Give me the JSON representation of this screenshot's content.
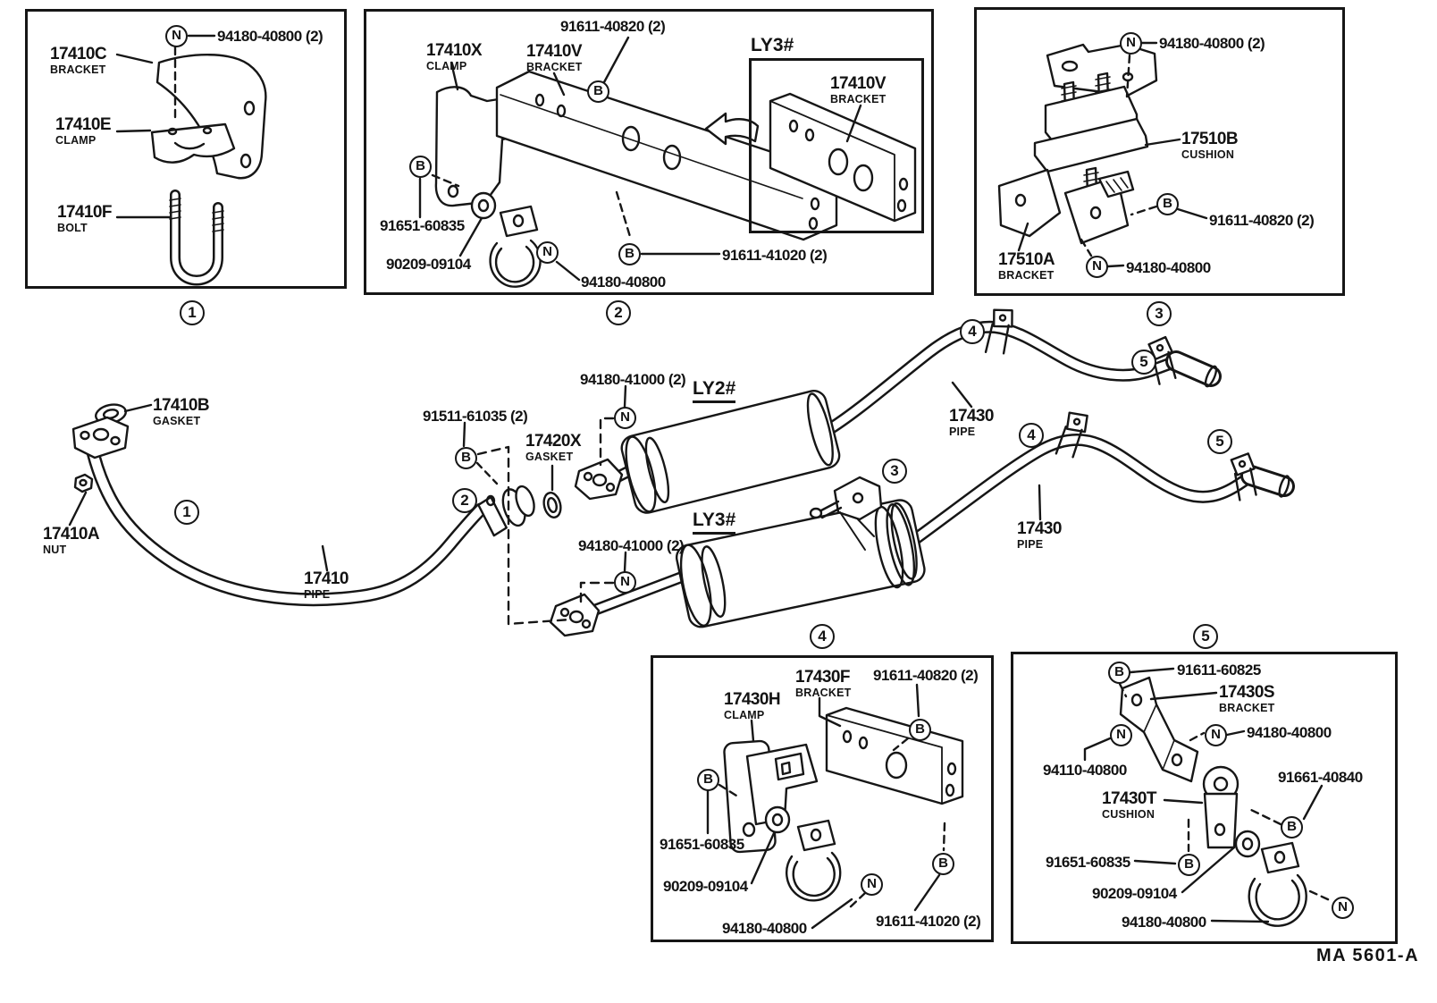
{
  "stamp": "MA 5601-A",
  "main": {
    "callouts": {
      "c1": "1",
      "c2": "2",
      "c3": "3",
      "c4": "4",
      "c5": "5"
    },
    "variant_ly2": "LY2#",
    "variant_ly3": "LY3#",
    "p_gasket_front": {
      "code": "17410B",
      "name": "GASKET"
    },
    "p_nut": {
      "code": "17410A",
      "name": "NUT"
    },
    "p_front_pipe": {
      "code": "17410",
      "name": "PIPE"
    },
    "p_gasket_mid": {
      "code": "17420X",
      "name": "GASKET"
    },
    "p_tail_pipe_upper": {
      "code": "17430",
      "name": "PIPE"
    },
    "p_tail_pipe_lower": {
      "code": "17430",
      "name": "PIPE"
    },
    "f_clamp_bolt": {
      "sym": "B",
      "code": "91511-61035 (2)"
    },
    "f_nut_ly2": {
      "sym": "N",
      "code": "94180-41000 (2)"
    },
    "f_nut_ly3": {
      "sym": "N",
      "code": "94180-41000 (2)"
    }
  },
  "boxes": {
    "b1": {
      "number": "1",
      "f_top": {
        "sym": "N",
        "code": "94180-40800 (2)"
      },
      "p_bracket": {
        "code": "17410C",
        "name": "BRACKET"
      },
      "p_clamp": {
        "code": "17410E",
        "name": "CLAMP"
      },
      "p_bolt": {
        "code": "17410F",
        "name": "BOLT"
      }
    },
    "b2": {
      "number": "2",
      "variant": "LY3#",
      "f_top": {
        "sym": "B",
        "code": "91611-40820 (2)"
      },
      "p_clamp": {
        "code": "17410X",
        "name": "CLAMP"
      },
      "p_bracket": {
        "code": "17410V",
        "name": "BRACKET"
      },
      "p_bracket_ly3": {
        "code": "17410V",
        "name": "BRACKET"
      },
      "f_bolt_left": {
        "sym": "B",
        "code": "91651-60835"
      },
      "f_washer": {
        "code": "90209-09104"
      },
      "f_nut": {
        "sym": "N",
        "code": "94180-40800"
      },
      "f_bolt_right": {
        "sym": "B",
        "code": "91611-41020 (2)"
      }
    },
    "b3": {
      "number": "3",
      "f_top": {
        "sym": "N",
        "code": "94180-40800 (2)"
      },
      "p_cushion": {
        "code": "17510B",
        "name": "CUSHION"
      },
      "f_bolt": {
        "sym": "B",
        "code": "91611-40820 (2)"
      },
      "p_bracket": {
        "code": "17510A",
        "name": "BRACKET"
      },
      "f_nut": {
        "sym": "N",
        "code": "94180-40800"
      }
    },
    "b4": {
      "number": "4",
      "p_bracket": {
        "code": "17430F",
        "name": "BRACKET"
      },
      "f_top": {
        "sym": "B",
        "code": "91611-40820 (2)"
      },
      "p_clamp": {
        "code": "17430H",
        "name": "CLAMP"
      },
      "f_bolt_left": {
        "sym": "B",
        "code": "91651-60835"
      },
      "f_washer": {
        "code": "90209-09104"
      },
      "f_nut": {
        "sym": "N",
        "code": "94180-40800"
      },
      "f_bolt_right": {
        "sym": "B",
        "code": "91611-41020 (2)"
      }
    },
    "b5": {
      "number": "5",
      "f_bolt_top": {
        "sym": "B",
        "code": "91611-60825"
      },
      "p_bracket": {
        "code": "17430S",
        "name": "BRACKET"
      },
      "f_nut_right": {
        "sym": "N",
        "code": "94180-40800"
      },
      "f_nut_left": {
        "sym": "N",
        "code": "94110-40800"
      },
      "p_cushion": {
        "code": "17430T",
        "name": "CUSHION"
      },
      "f_bolt_mid": {
        "sym": "B",
        "code": "91661-40840"
      },
      "f_bolt_low": {
        "sym": "B",
        "code": "91651-60835"
      },
      "f_washer": {
        "code": "90209-09104"
      },
      "f_nut_bottom": {
        "sym": "N",
        "code": "94180-40800"
      }
    }
  }
}
